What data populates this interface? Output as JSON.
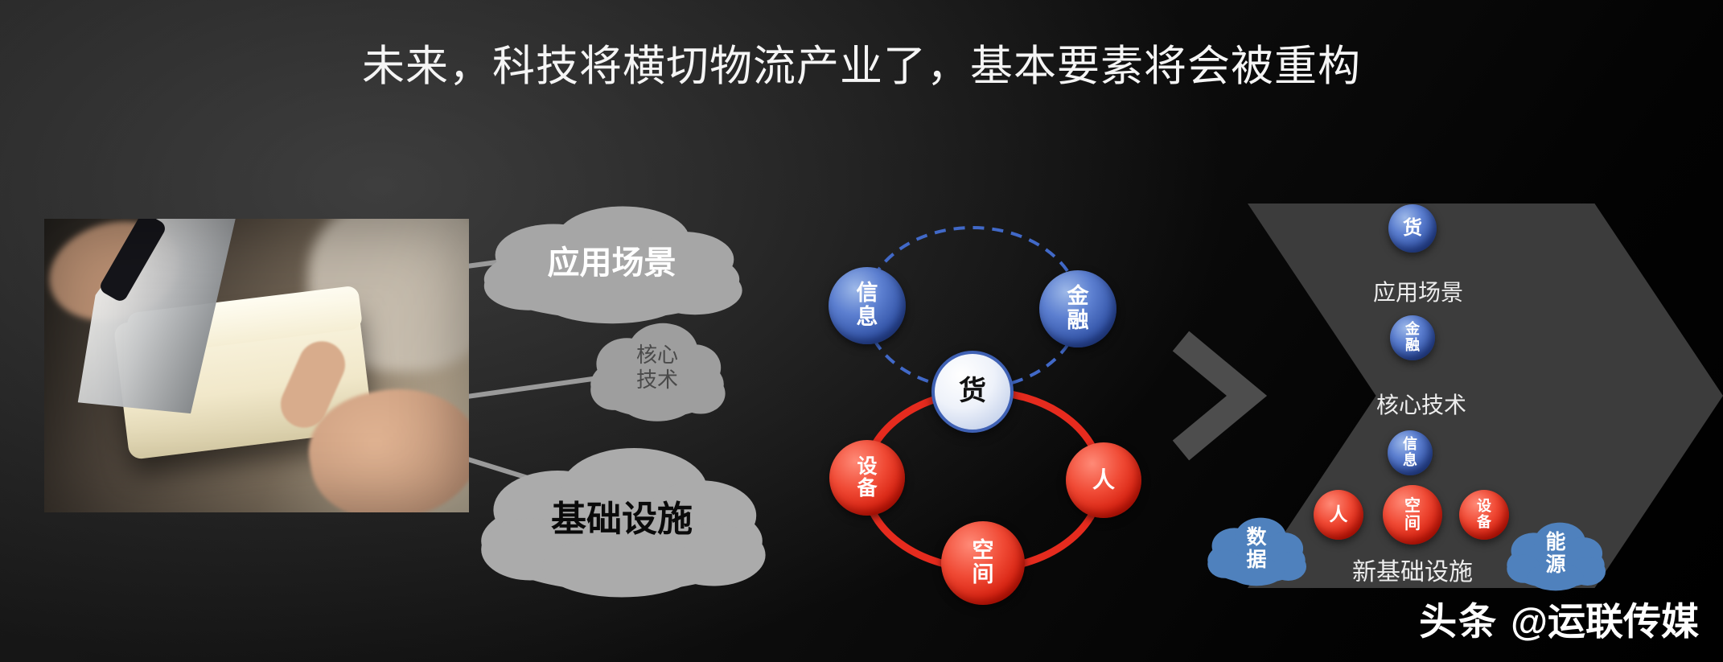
{
  "slide": {
    "title": "未来，科技将横切物流产业了，基本要素将会被重构",
    "watermark": {
      "brand": "头条",
      "handle": "@运联传媒"
    }
  },
  "left_section": {
    "clouds": {
      "app_scene": "应用场景",
      "core_tech": "核心技术",
      "infrastructure": "基础设施"
    }
  },
  "middle_diagram": {
    "blue_group": {
      "info": "信息",
      "finance": "金融"
    },
    "goods": "货",
    "red_group": {
      "equipment": "设备",
      "people": "人",
      "space": "空间"
    }
  },
  "right_diagram": {
    "goods": "货",
    "app_scene_label": "应用场景",
    "finance": "金融",
    "core_tech_label": "核心技术",
    "info": "信息",
    "people": "人",
    "space": "空间",
    "equipment": "设备",
    "new_infrastructure_label": "新基础设施",
    "data_cloud": "数据",
    "energy_cloud": "能源"
  },
  "colors": {
    "background": "#000000",
    "blue_node": "#2e4fa3",
    "red_node": "#d01808",
    "gray_cloud": "#a6a6a6",
    "blue_cloud": "#4f81bd",
    "panel": "#3c3c3c",
    "dashed_ellipse": "#4169c8",
    "red_ellipse": "#e62b1e",
    "arrow_gray": "#9a9a9a"
  }
}
